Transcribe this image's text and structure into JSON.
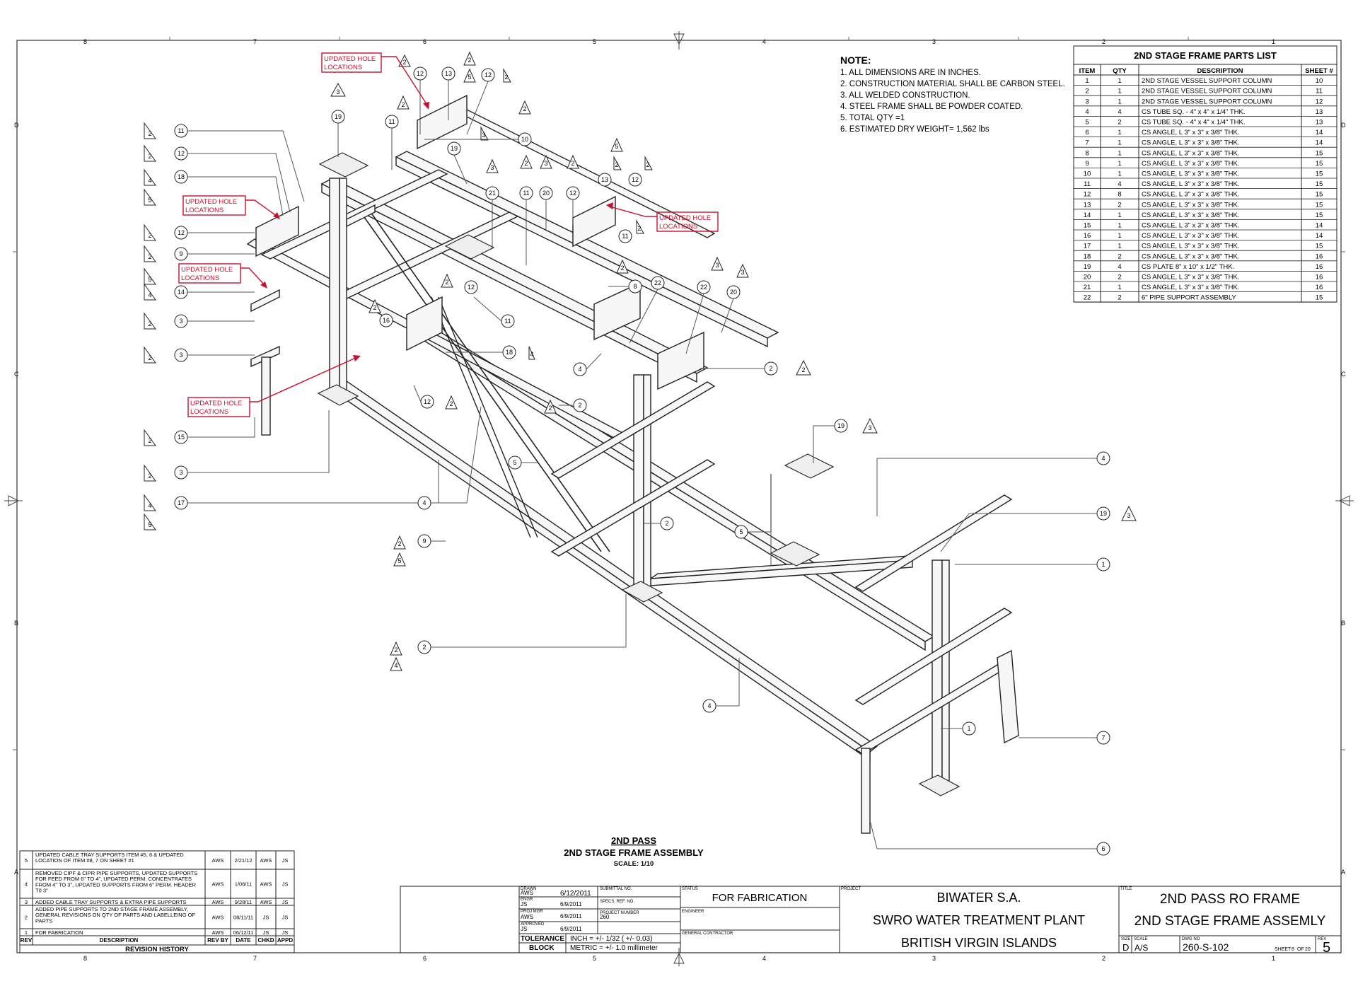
{
  "grid": {
    "columns": [
      "8",
      "7",
      "6",
      "5",
      "4",
      "3",
      "2",
      "1"
    ],
    "rows": [
      "D",
      "C",
      "B",
      "A"
    ]
  },
  "notes": {
    "heading": "NOTE:",
    "items": [
      "1. ALL DIMENSIONS ARE IN INCHES.",
      "2. CONSTRUCTION MATERIAL SHALL BE CARBON STEEL.",
      "3. ALL WELDED CONSTRUCTION.",
      "4. STEEL FRAME SHALL BE POWDER COATED.",
      "5. TOTAL QTY =1",
      "6. ESTIMATED DRY WEIGHT= 1,562 lbs"
    ]
  },
  "parts_list": {
    "title": "2ND STAGE FRAME PARTS LIST",
    "headers": [
      "ITEM",
      "QTY",
      "DESCRIPTION",
      "SHEET #"
    ],
    "rows": [
      [
        "1",
        "1",
        "2ND STAGE VESSEL SUPPORT COLUMN",
        "10"
      ],
      [
        "2",
        "1",
        "2ND STAGE VESSEL SUPPORT COLUMN",
        "11"
      ],
      [
        "3",
        "1",
        "2ND STAGE VESSEL SUPPORT COLUMN",
        "12"
      ],
      [
        "4",
        "4",
        "CS TUBE SQ. - 4\" x 4\" x 1/4\" THK.",
        "13"
      ],
      [
        "5",
        "2",
        "CS TUBE SQ. - 4\" x 4\" x 1/4\" THK.",
        "13"
      ],
      [
        "6",
        "1",
        "CS ANGLE,  L 3\" x 3\" x 3/8\" THK.",
        "14"
      ],
      [
        "7",
        "1",
        "CS ANGLE,  L 3\" x 3\" x 3/8\" THK.",
        "14"
      ],
      [
        "8",
        "1",
        "CS ANGLE,  L 3\" x 3\" x 3/8\" THK.",
        "15"
      ],
      [
        "9",
        "1",
        "CS ANGLE,  L 3\" x 3\" x 3/8\" THK.",
        "15"
      ],
      [
        "10",
        "1",
        "CS ANGLE,  L 3\" x 3\" x 3/8\" THK.",
        "15"
      ],
      [
        "11",
        "4",
        "CS ANGLE,  L 3\" x 3\" x 3/8\" THK.",
        "15"
      ],
      [
        "12",
        "8",
        "CS ANGLE,  L 3\" x 3\" x 3/8\" THK.",
        "15"
      ],
      [
        "13",
        "2",
        "CS ANGLE,  L 3\" x 3\" x 3/8\" THK.",
        "15"
      ],
      [
        "14",
        "1",
        "CS ANGLE,  L 3\" x 3\" x 3/8\" THK.",
        "15"
      ],
      [
        "15",
        "1",
        "CS ANGLE,  L 3\" x 3\" x 3/8\" THK.",
        "14"
      ],
      [
        "16",
        "1",
        "CS ANGLE,  L 3\" x 3\" x 3/8\" THK.",
        "14"
      ],
      [
        "17",
        "1",
        "CS ANGLE,  L 3\" x 3\" x 3/8\" THK.",
        "15"
      ],
      [
        "18",
        "2",
        "CS ANGLE,  L 3\" x 3\" x 3/8\" THK.",
        "16"
      ],
      [
        "19",
        "4",
        "CS PLATE 8\" x 10\" x 1/2\" THK.",
        "16"
      ],
      [
        "20",
        "2",
        "CS ANGLE,  L 3\" x 3\" x 3/8\" THK.",
        "16"
      ],
      [
        "21",
        "1",
        "CS ANGLE,  L 3\" x 3\" x 3/8\" THK.",
        "16"
      ],
      [
        "22",
        "2",
        "6\" PIPE SUPPORT ASSEMBLY",
        "15"
      ]
    ]
  },
  "view_caption": {
    "line1": "2ND PASS",
    "line2": "2ND STAGE FRAME ASSEMBLY",
    "scale": "SCALE: 1/10"
  },
  "red_callouts": [
    {
      "line1": "UPDATED HOLE",
      "line2": "LOCATIONS"
    },
    {
      "line1": "UPDATED HOLE",
      "line2": "LOCATIONS"
    },
    {
      "line1": "UPDATED HOLE",
      "line2": "LOCATIONS"
    },
    {
      "line1": "UPDATED HOLE",
      "line2": "LOCATIONS"
    },
    {
      "line1": "UPDATED HOLE",
      "line2": "LOCATIONS"
    }
  ],
  "balloons_left": [
    {
      "item": "11",
      "rev": "2"
    },
    {
      "item": "12",
      "rev": "2"
    },
    {
      "item": "18",
      "rev": "4"
    },
    {
      "item": "12",
      "rev": "2"
    },
    {
      "item": "9",
      "rev": "2"
    },
    {
      "item": "14",
      "rev": "4"
    },
    {
      "item": "3",
      "rev": "2"
    },
    {
      "item": "3",
      "rev": "2"
    },
    {
      "item": "15",
      "rev": "2"
    },
    {
      "item": "3",
      "rev": "2"
    },
    {
      "item": "17",
      "rev": "4"
    }
  ],
  "balloons_left_extra_rev": [
    "5",
    "5",
    "5",
    "5"
  ],
  "balloons_top": [
    "19",
    "11",
    "12",
    "13",
    "12",
    "10",
    "19",
    "21",
    "11",
    "20",
    "12",
    "13",
    "12",
    "11",
    "8",
    "22",
    "22",
    "20",
    "12",
    "16",
    "11",
    "18"
  ],
  "balloons_top_rev": [
    "3",
    "2",
    "2",
    "2",
    "5",
    "2",
    "3",
    "3",
    "2",
    "3",
    "2",
    "5",
    "2",
    "2",
    "2",
    "2",
    "3",
    "3",
    "2",
    "2",
    "2",
    "4"
  ],
  "balloons_right": [
    {
      "item": "2",
      "rev": "2"
    },
    {
      "item": "19",
      "rev": "3"
    },
    {
      "item": "4",
      "rev": ""
    },
    {
      "item": "19",
      "rev": "3"
    },
    {
      "item": "1",
      "rev": ""
    },
    {
      "item": "7",
      "rev": ""
    },
    {
      "item": "6",
      "rev": ""
    }
  ],
  "balloons_mid": [
    {
      "item": "4",
      "rev": ""
    },
    {
      "item": "2",
      "rev": "2"
    },
    {
      "item": "12",
      "rev": "2"
    },
    {
      "item": "5",
      "rev": ""
    },
    {
      "item": "4",
      "rev": ""
    },
    {
      "item": "2",
      "rev": ""
    },
    {
      "item": "9",
      "rev": "2"
    },
    {
      "item": "5",
      "rev": ""
    },
    {
      "item": "2",
      "rev": "2"
    },
    {
      "item": "1",
      "rev": ""
    },
    {
      "item": "4",
      "rev": ""
    }
  ],
  "balloons_mid_extra_rev": [
    "5",
    "4"
  ],
  "revision_history": {
    "title": "REVISION HISTORY",
    "headers": [
      "REV",
      "DESCRIPTION",
      "REV BY",
      "DATE",
      "CHKD",
      "APPD"
    ],
    "rows": [
      [
        "5",
        "UPDATED CABLE TRAY SUPPORTS ITEM #5, 6 & UPDATED LOCATION OF ITEM #8, 7 ON SHEET #1",
        "AWS",
        "2/21/12",
        "AWS",
        "JS"
      ],
      [
        "4",
        "REMOVED CIPF & CIPR PIPE SUPPORTS, UPDATED SUPPORTS FOR FEED FROM 6\" TO 4\", UPDATED PERM. CONCENTRATES FROM 4\" TO 3\", UPDATED SUPPORTS FROM 6\" PERM. HEADER T0 3\"",
        "AWS",
        "1/06/11",
        "AWS",
        "JS"
      ],
      [
        "3",
        "ADDED CABLE TRAY SUPPORTS & EXTRA PIPE SUPPORTS",
        "AWS",
        "9/28/11",
        "AWS",
        "JS"
      ],
      [
        "2",
        "ADDED PIPE SUPPORTS TO 2ND STAGE FRAME ASSEMBLY, GENERAL REVISIONS ON QTY OF PARTS AND LABELLEING OF PARTS",
        "AWS",
        "08/11/11",
        "JS",
        "JS"
      ],
      [
        "1",
        "FOR FABRICATION",
        "AWS",
        "06/12/11",
        "JS",
        "JS"
      ]
    ]
  },
  "title_block": {
    "drawn_label": "DRAWN",
    "drawn_by": "AWS",
    "drawn_date": "6/12/2011",
    "engr_label": "ENGR",
    "engr_by": "JS",
    "engr_date": "6/9/2011",
    "projmgr_label": "PROJ MGR",
    "projmgr_by": "AWS",
    "projmgr_date": "6/9/2011",
    "approved_label": "APPROVED",
    "approved_by": "JS",
    "approved_date": "6/9/2011",
    "submittal_label": "SUBMITTAL NO.",
    "specs_label": "SPECS. REF. NO.",
    "project_number_label": "PROJECT NUMBER",
    "project_number": "260",
    "tolerance_label1": "TOLERANCE",
    "tolerance_label2": "BLOCK",
    "tol_inch": "INCH = +/- 1/32 ( +/- 0.03)",
    "tol_metric": "METRIC = +/- 1.0 millimeter",
    "status_label": "STATUS",
    "status": "FOR FABRICATION",
    "engineer_label": "ENGINEER",
    "gc_label": "GENERAL CONTRACTOR",
    "project_label": "PROJECT",
    "project_line1": "BIWATER S.A.",
    "project_line2": "SWRO WATER TREATMENT PLANT",
    "project_line3": "BRITISH VIRGIN ISLANDS",
    "title_label": "TITLE",
    "title_line1": "2ND PASS RO FRAME",
    "title_line2": "2ND STAGE FRAME ASSEMLY",
    "size_label": "SIZE",
    "size": "D",
    "scale_label": "SCALE",
    "scale": "A/S",
    "dwg_label": "DWG NO",
    "dwg_no": "260-S-102",
    "sheet_label": "SHEET",
    "sheet_no": "8",
    "sheet_of_label": "OF",
    "sheet_total": "20",
    "rev_label": "REV",
    "rev": "5"
  },
  "colors": {
    "markup_red": "#c8102e",
    "line": "#222222"
  }
}
